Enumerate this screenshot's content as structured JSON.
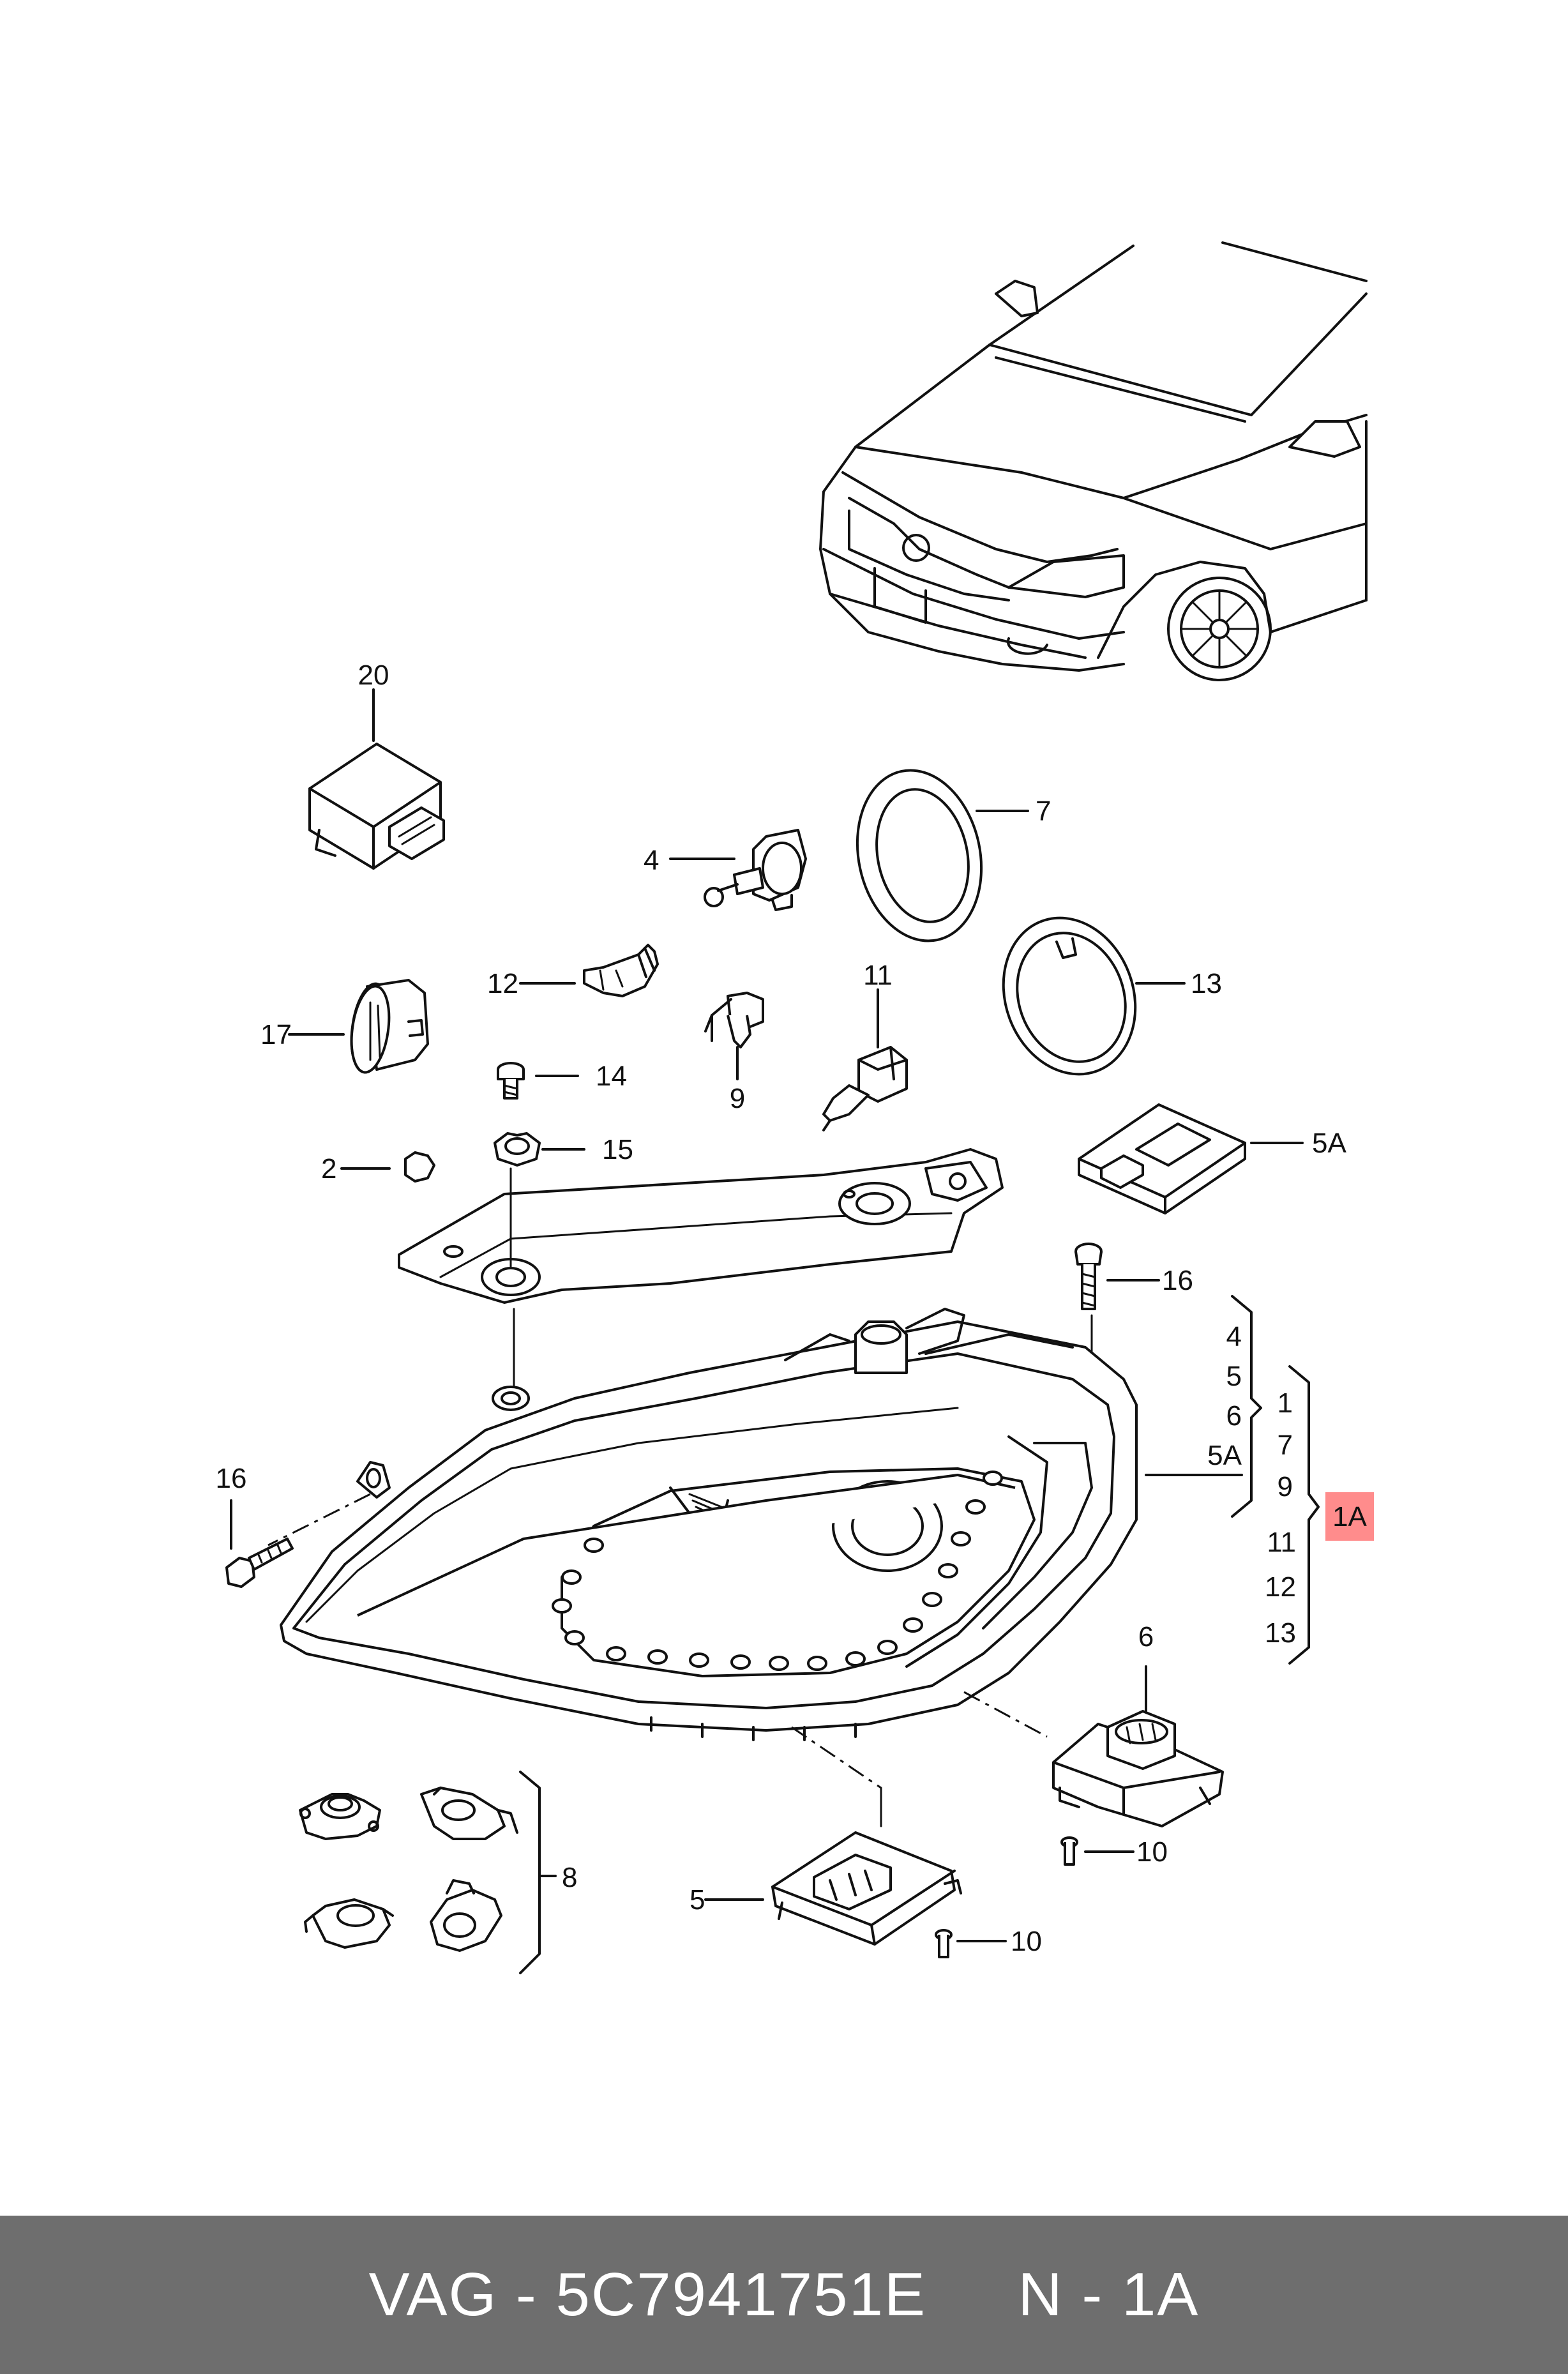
{
  "callouts": {
    "c20": "20",
    "c7": "7",
    "c4": "4",
    "c12": "12",
    "c11": "11",
    "c13": "13",
    "c17": "17",
    "c9": "9",
    "c14": "14",
    "c2": "2",
    "c15": "15",
    "c5A": "5A",
    "c16a": "16",
    "c16b": "16",
    "c6": "6",
    "c10a": "10",
    "c10b": "10",
    "c8": "8",
    "c5": "5"
  },
  "group_a": [
    "4",
    "5",
    "6",
    "5A"
  ],
  "group_b": [
    "1",
    "7",
    "9",
    "11",
    "12",
    "13"
  ],
  "highlight": {
    "label": "1A",
    "color": "#ff8c8c"
  },
  "footer": {
    "brand": "VAG",
    "separator": "-",
    "part_number": "5C7941751E",
    "ref": "N - 1A"
  },
  "colors": {
    "footer_bg": "#6e6e6e",
    "line": "#111111"
  }
}
